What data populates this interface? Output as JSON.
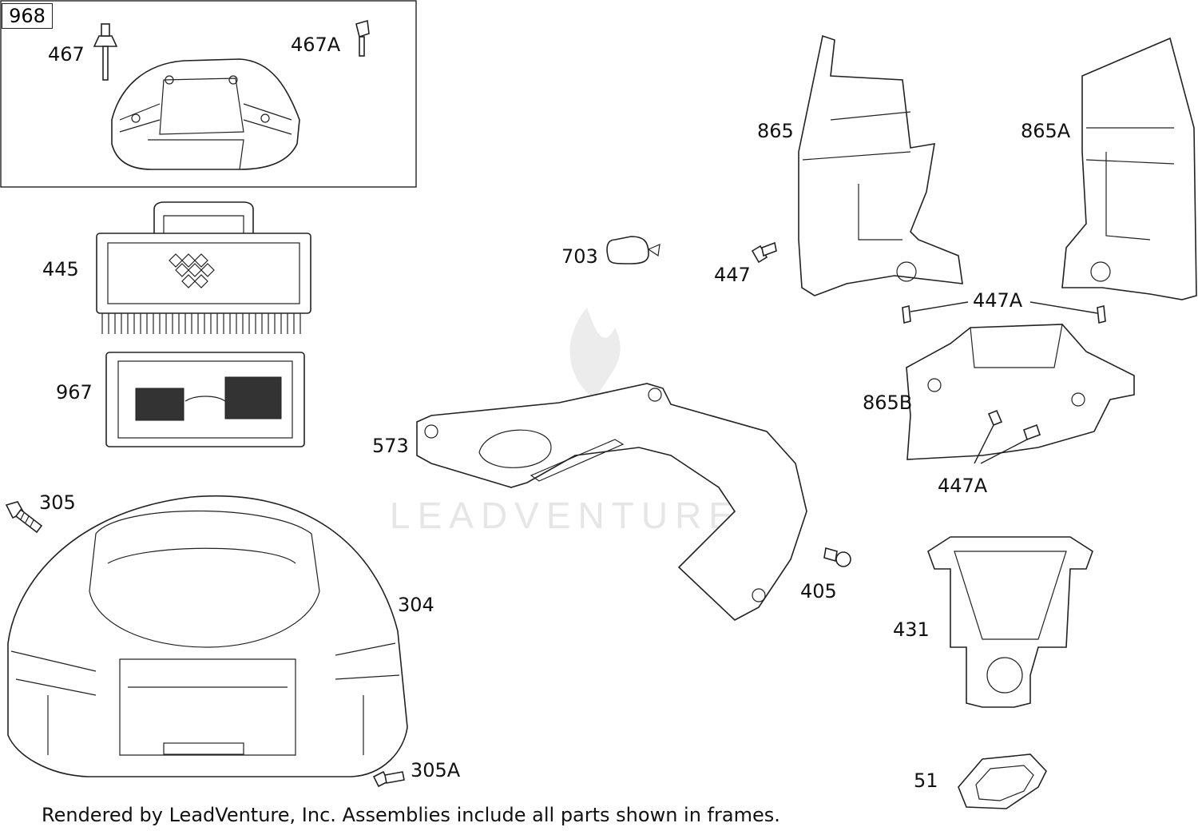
{
  "frame_tag": "968",
  "labels": {
    "p467": "467",
    "p467a": "467A",
    "p445": "445",
    "p967": "967",
    "p305": "305",
    "p304": "304",
    "p305a": "305A",
    "p573": "573",
    "p703": "703",
    "p447": "447",
    "p865": "865",
    "p865a": "865A",
    "p447a_top": "447A",
    "p865b": "865B",
    "p447a_mid": "447A",
    "p405": "405",
    "p431": "431",
    "p51": "51"
  },
  "watermark": "LEADVENTURE",
  "footer": "Rendered by LeadVenture, Inc. Assemblies include all parts shown in frames."
}
